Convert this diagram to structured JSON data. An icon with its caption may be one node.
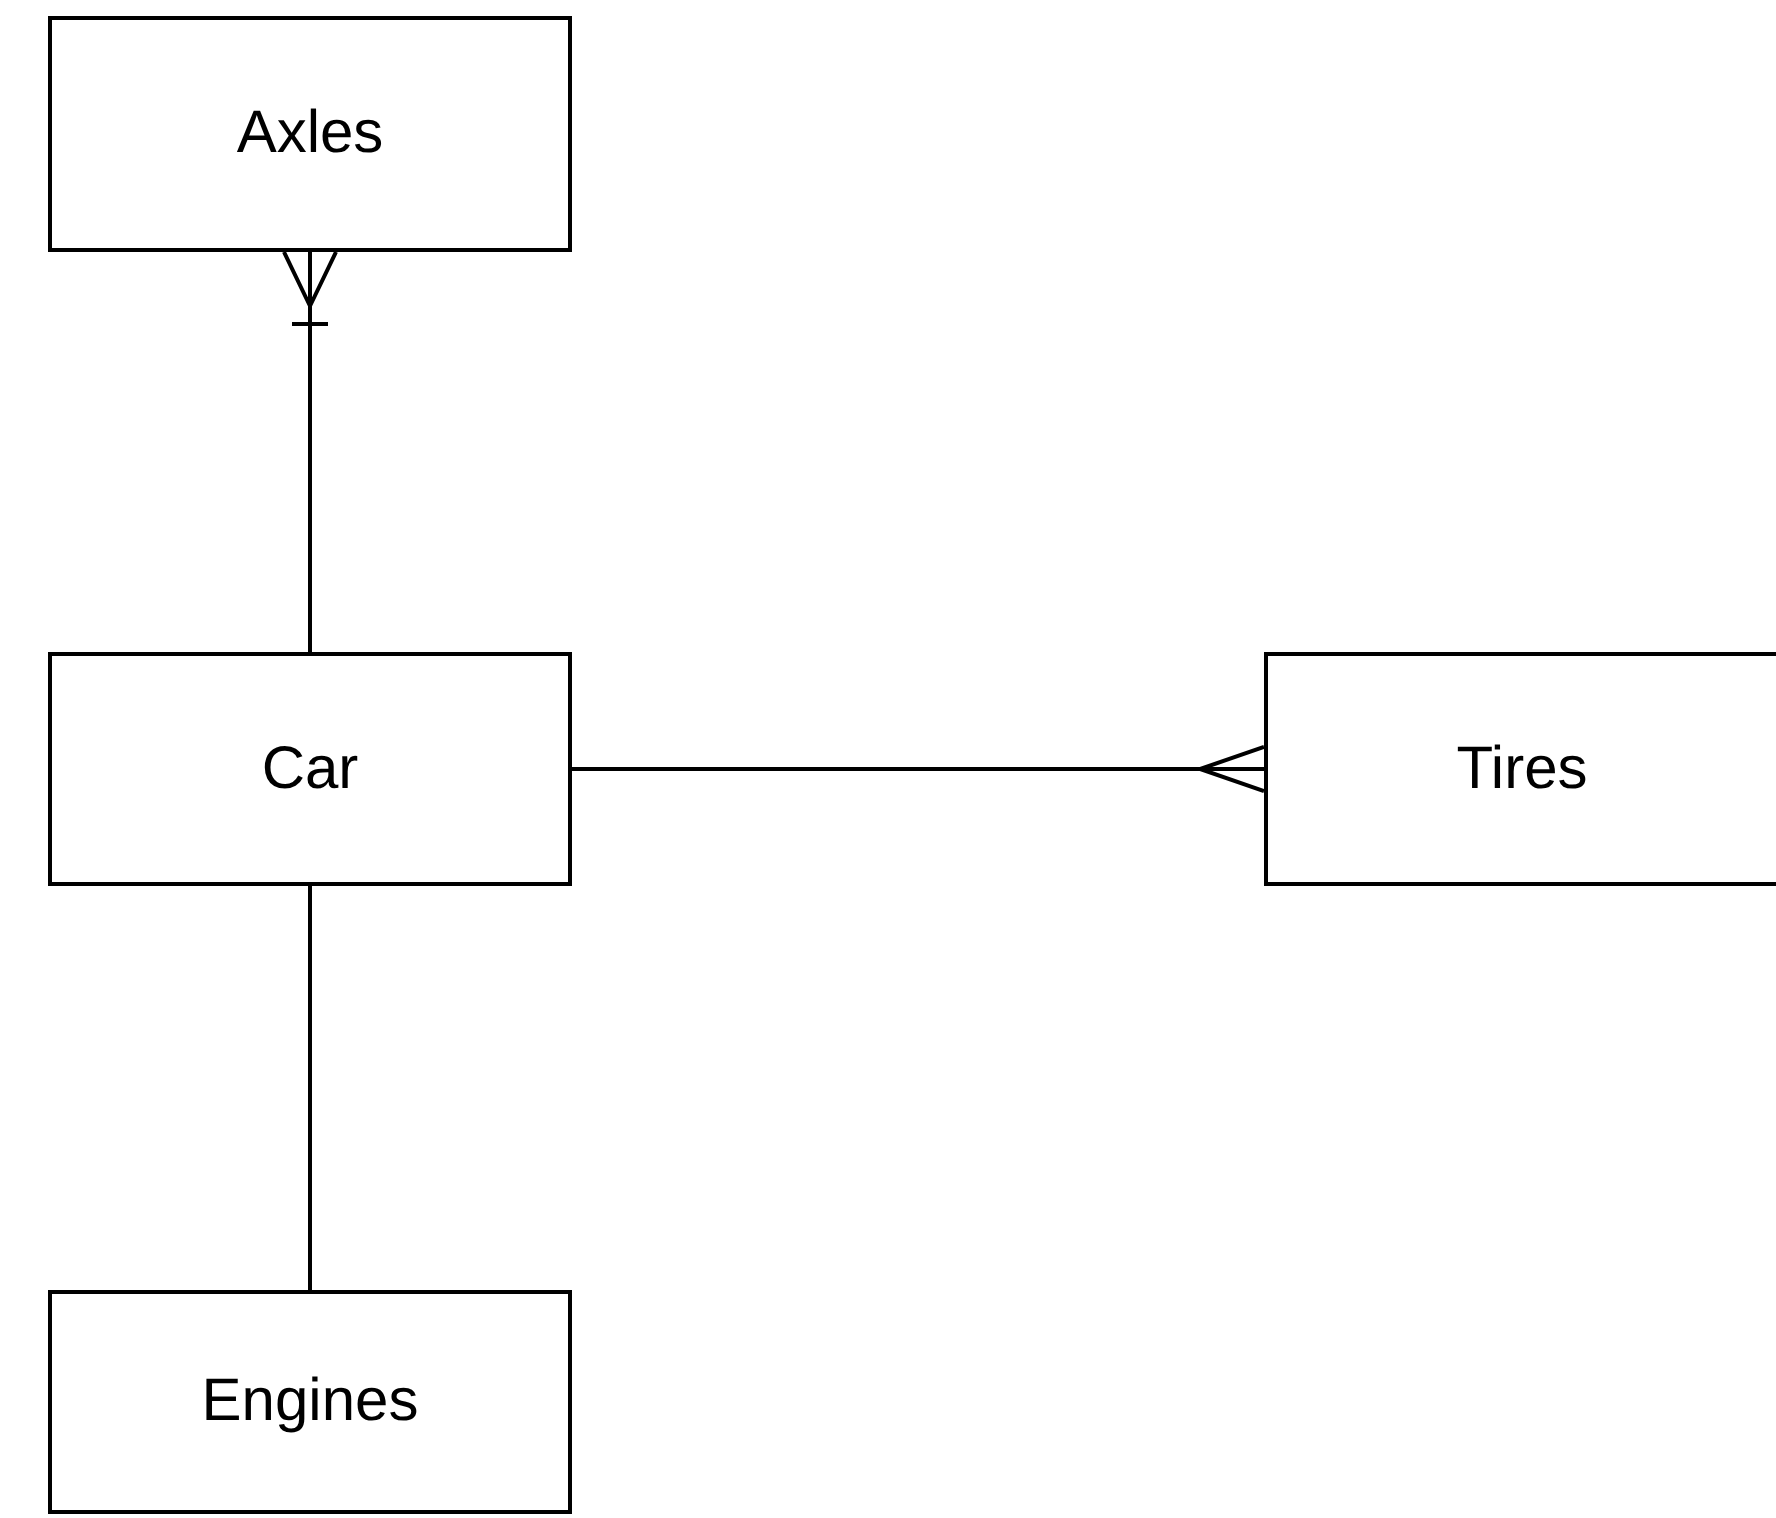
{
  "diagram": {
    "nodes": [
      {
        "text": [
          "Axles"
        ]
      },
      {
        "text": [
          "Car"
        ]
      },
      {
        "text": [
          "Tires"
        ]
      },
      {
        "text": [
          "Engines"
        ]
      }
    ],
    "edges": [
      {
        "from": 1,
        "to": 0,
        "arrow": "other"
      },
      {
        "from": 1,
        "to": 2,
        "arrow": "other"
      },
      {
        "from": 1,
        "to": 3,
        "arrow": "none"
      }
    ]
  }
}
